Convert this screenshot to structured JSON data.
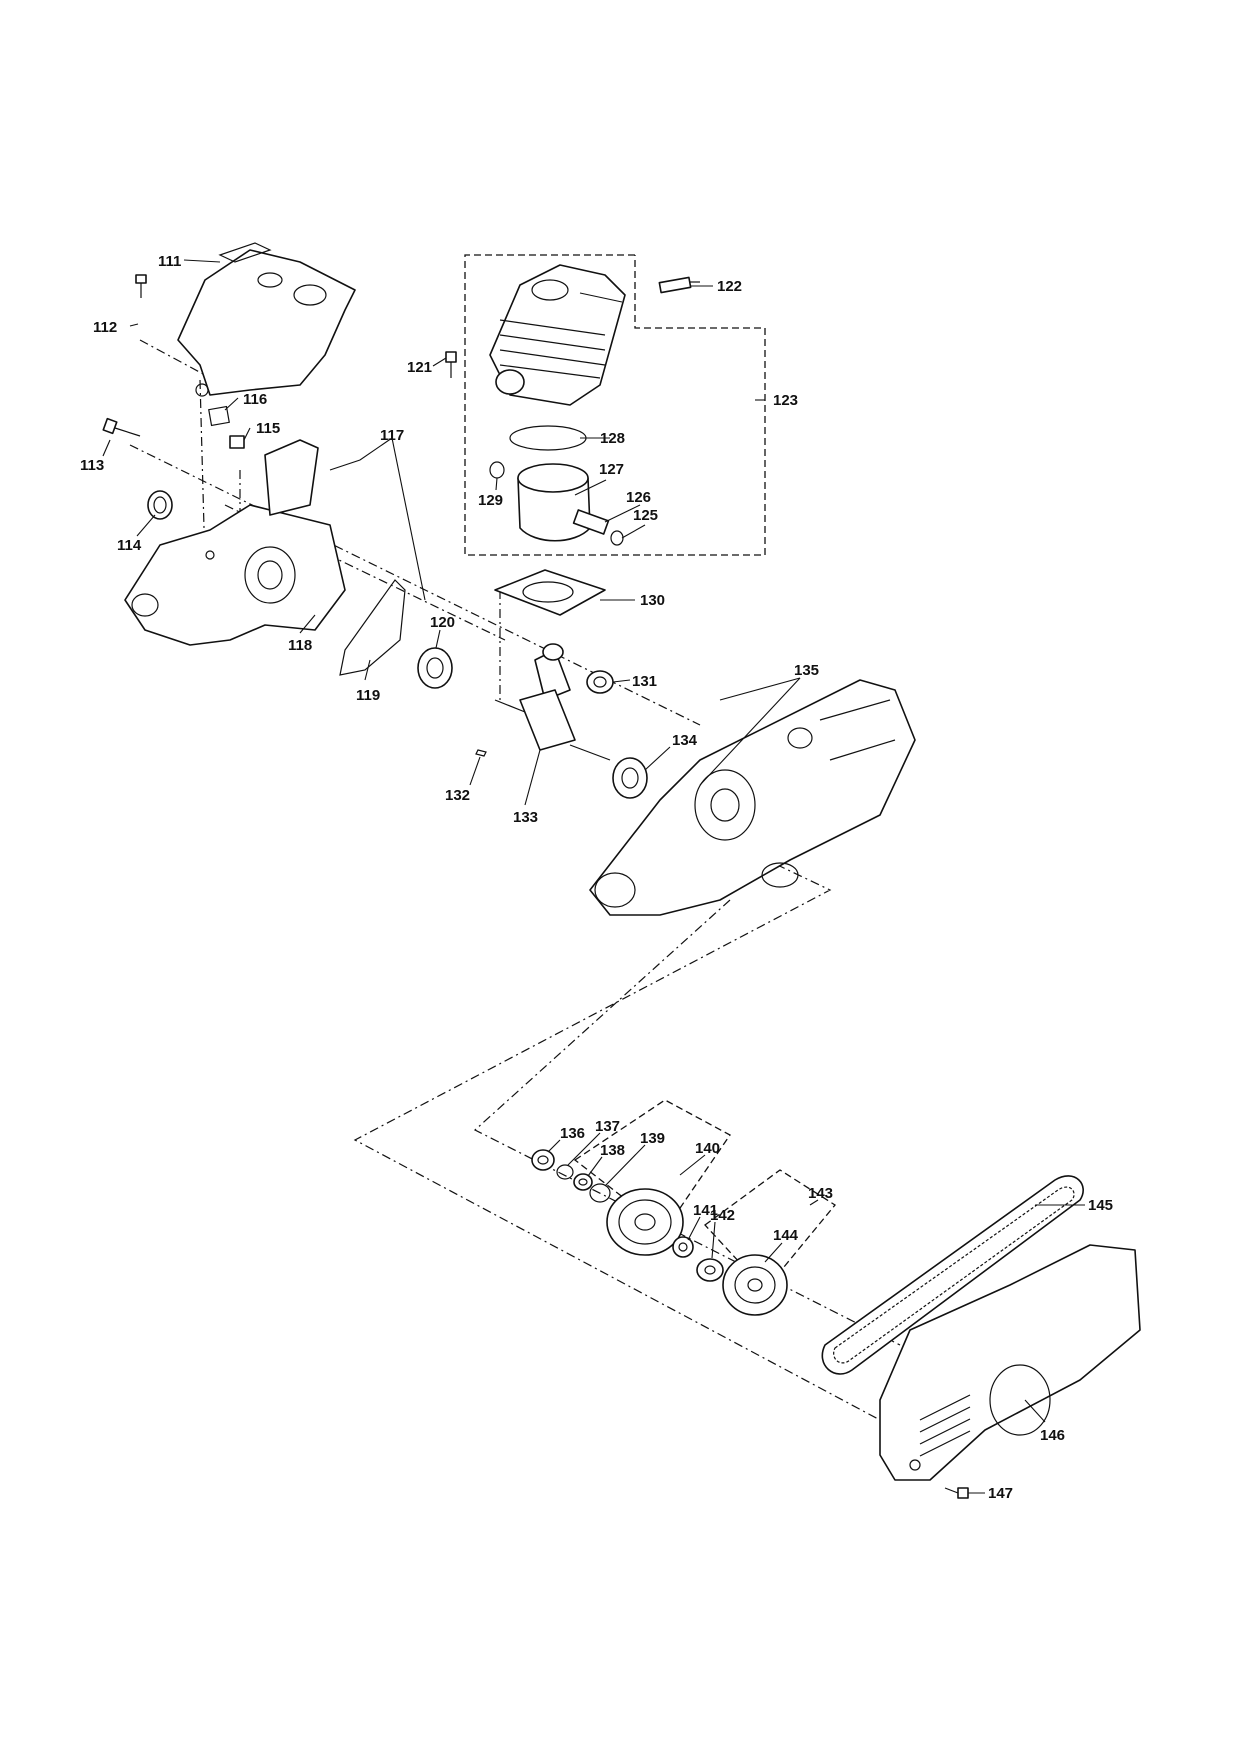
{
  "callouts": [
    {
      "id": "111",
      "text": "111"
    },
    {
      "id": "112",
      "text": "112"
    },
    {
      "id": "113",
      "text": "113"
    },
    {
      "id": "114",
      "text": "114"
    },
    {
      "id": "115",
      "text": "115"
    },
    {
      "id": "116",
      "text": "116"
    },
    {
      "id": "117",
      "text": "117"
    },
    {
      "id": "118",
      "text": "118"
    },
    {
      "id": "119",
      "text": "119"
    },
    {
      "id": "120",
      "text": "120"
    },
    {
      "id": "121",
      "text": "121"
    },
    {
      "id": "122",
      "text": "122"
    },
    {
      "id": "123",
      "text": "123"
    },
    {
      "id": "125",
      "text": "125"
    },
    {
      "id": "126",
      "text": "126"
    },
    {
      "id": "127",
      "text": "127"
    },
    {
      "id": "128",
      "text": "128"
    },
    {
      "id": "129",
      "text": "129"
    },
    {
      "id": "130",
      "text": "130"
    },
    {
      "id": "131",
      "text": "131"
    },
    {
      "id": "132",
      "text": "132"
    },
    {
      "id": "133",
      "text": "133"
    },
    {
      "id": "134",
      "text": "134"
    },
    {
      "id": "135",
      "text": "135"
    },
    {
      "id": "136",
      "text": "136"
    },
    {
      "id": "137",
      "text": "137"
    },
    {
      "id": "138",
      "text": "138"
    },
    {
      "id": "139",
      "text": "139"
    },
    {
      "id": "140",
      "text": "140"
    },
    {
      "id": "141",
      "text": "141"
    },
    {
      "id": "142",
      "text": "142"
    },
    {
      "id": "143",
      "text": "143"
    },
    {
      "id": "144",
      "text": "144"
    },
    {
      "id": "145",
      "text": "145"
    },
    {
      "id": "146",
      "text": "146"
    },
    {
      "id": "147",
      "text": "147"
    }
  ]
}
